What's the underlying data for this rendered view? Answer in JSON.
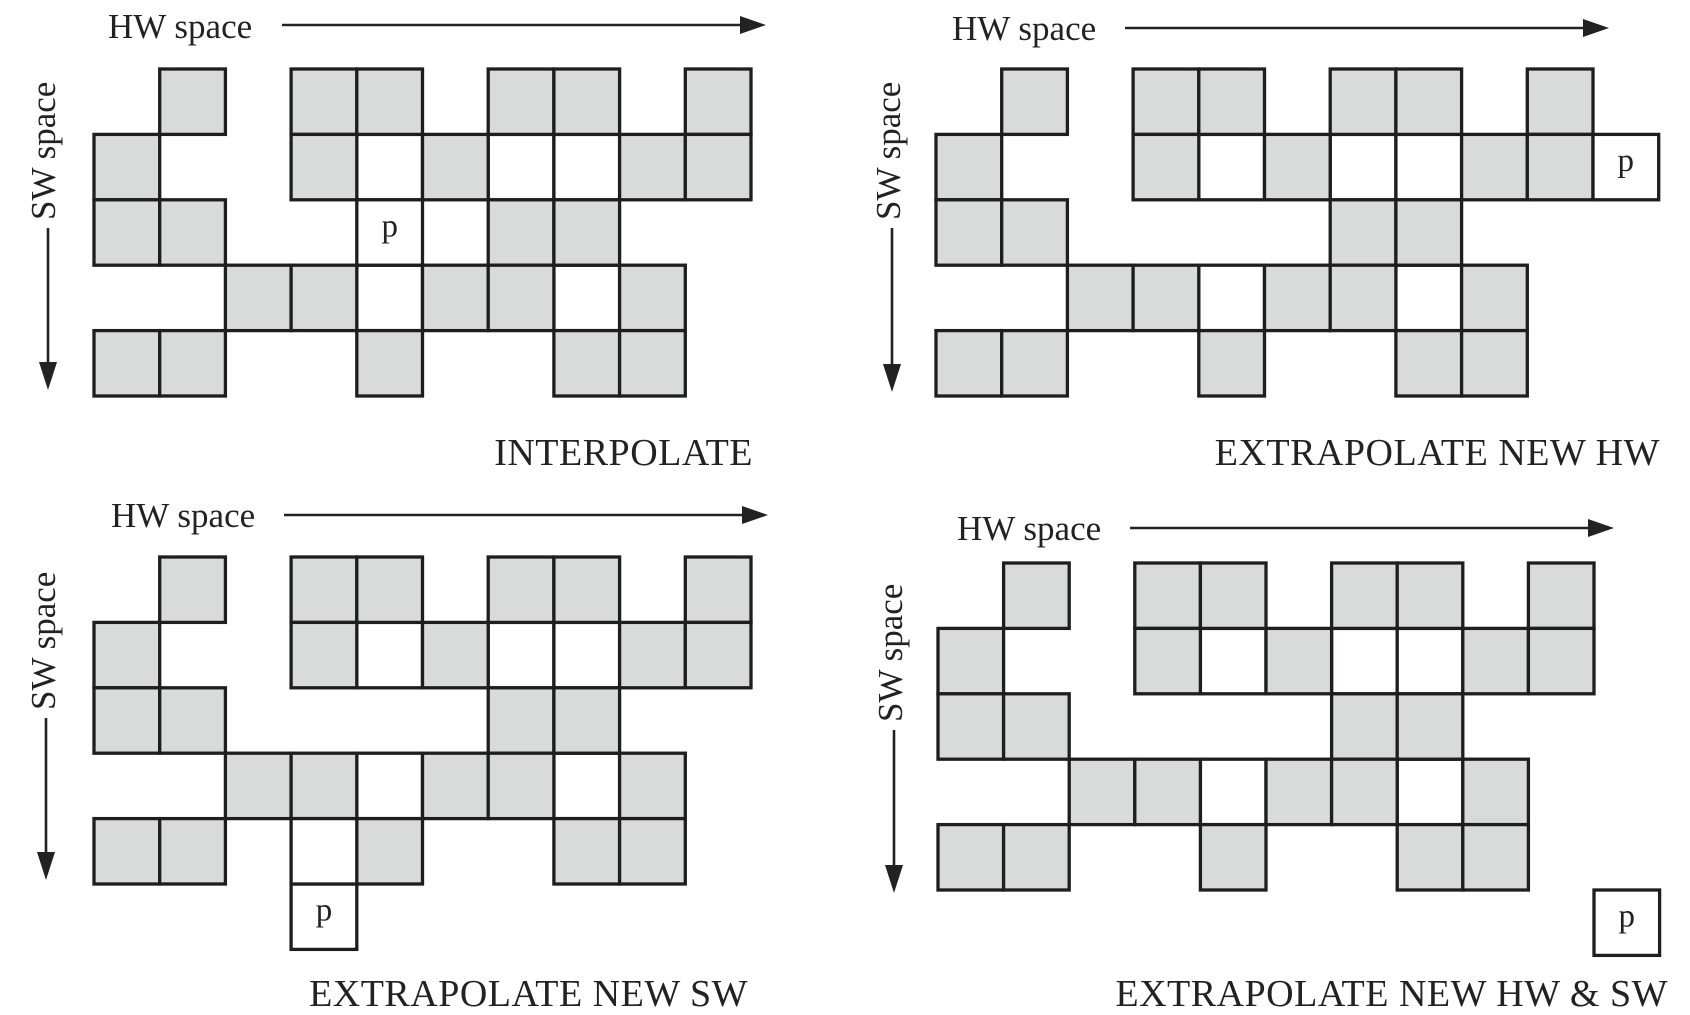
{
  "colors": {
    "filled": "#d8dbd9",
    "empty": "#ffffff",
    "stroke": "#1e1e1e"
  },
  "axes": {
    "hw_label": "HW space",
    "sw_label": "SW space"
  },
  "point_label": "p",
  "grid": {
    "columns": 10,
    "rows": 5,
    "filled_cells": [
      [
        1,
        0
      ],
      [
        3,
        0
      ],
      [
        4,
        0
      ],
      [
        6,
        0
      ],
      [
        7,
        0
      ],
      [
        9,
        0
      ],
      [
        0,
        1
      ],
      [
        3,
        1
      ],
      [
        5,
        1
      ],
      [
        8,
        1
      ],
      [
        9,
        1
      ],
      [
        0,
        2
      ],
      [
        1,
        2
      ],
      [
        6,
        2
      ],
      [
        7,
        2
      ],
      [
        2,
        3
      ],
      [
        3,
        3
      ],
      [
        5,
        3
      ],
      [
        6,
        3
      ],
      [
        8,
        3
      ],
      [
        0,
        4
      ],
      [
        1,
        4
      ],
      [
        4,
        4
      ],
      [
        7,
        4
      ],
      [
        8,
        4
      ]
    ],
    "empty_cells": [
      [
        4,
        1
      ],
      [
        6,
        1
      ],
      [
        7,
        1
      ],
      [
        4,
        3
      ],
      [
        7,
        3
      ]
    ]
  },
  "panels": [
    {
      "id": "interpolate",
      "title": "INTERPOLATE",
      "p_cell": [
        4,
        2
      ],
      "extra_cells": [
        [
          4,
          2
        ]
      ]
    },
    {
      "id": "extrapolate-hw",
      "title": "EXTRAPOLATE NEW HW",
      "p_cell": [
        10,
        1
      ],
      "extra_cells": [
        [
          10,
          1
        ]
      ]
    },
    {
      "id": "extrapolate-sw",
      "title": "EXTRAPOLATE NEW SW",
      "p_cell": [
        3,
        5
      ],
      "extra_cells": [
        [
          3,
          5
        ],
        [
          3,
          4
        ]
      ]
    },
    {
      "id": "extrapolate-hw-sw",
      "title": "EXTRAPOLATE NEW HW & SW",
      "p_cell": [
        10,
        5
      ],
      "extra_cells": [
        [
          10,
          5
        ]
      ]
    }
  ]
}
